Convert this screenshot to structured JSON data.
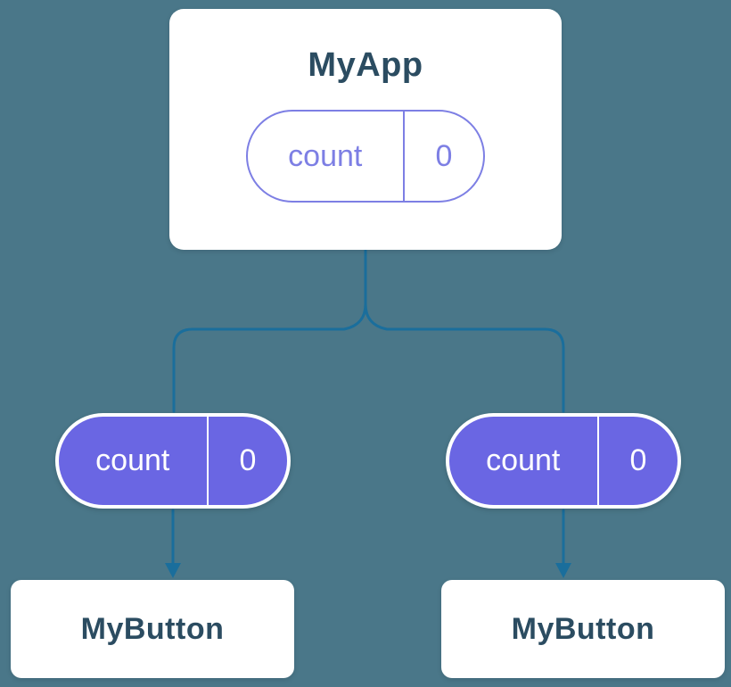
{
  "colors": {
    "bg": "#4A7789",
    "line": "#1A6E9C",
    "card-bg": "#FFFFFF",
    "title": "#2B4C61",
    "pill-fill": "#6A66E3",
    "pill-outline": "#7D7FE4",
    "pill-text-on-fill": "#FFFFFF"
  },
  "diagram": {
    "type": "component-tree",
    "root": {
      "title": "MyApp",
      "state": {
        "label": "count",
        "value": "0"
      }
    },
    "children": [
      {
        "title": "MyButton",
        "state": {
          "label": "count",
          "value": "0"
        }
      },
      {
        "title": "MyButton",
        "state": {
          "label": "count",
          "value": "0"
        }
      }
    ]
  }
}
